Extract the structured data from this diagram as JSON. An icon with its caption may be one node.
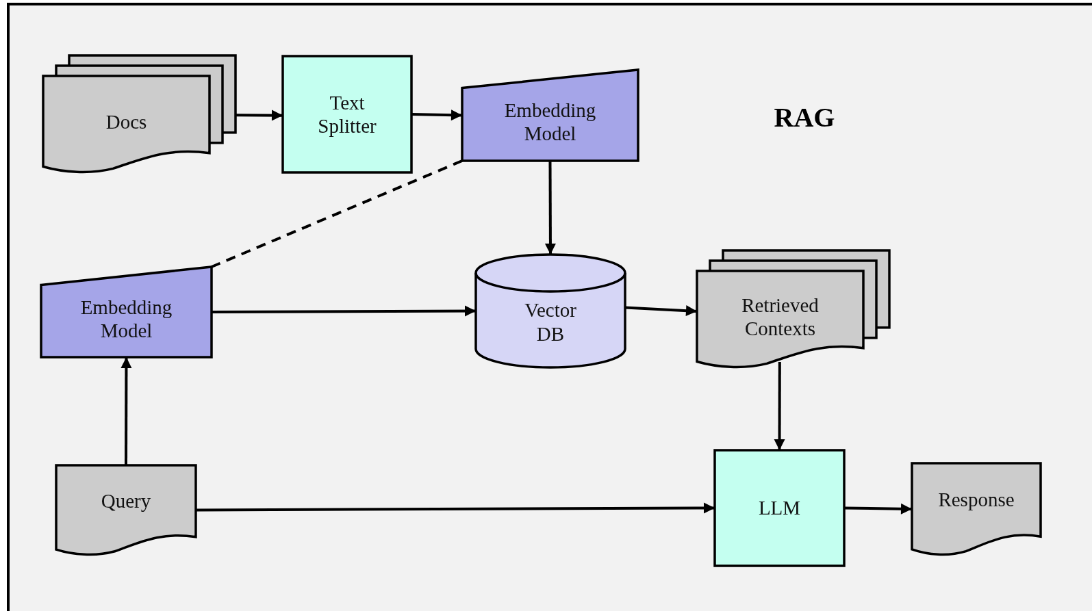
{
  "diagram": {
    "title": "RAG",
    "nodes": [
      {
        "text": [
          "Docs"
        ]
      },
      {
        "text": [
          "Text Splitter"
        ]
      },
      {
        "text": [
          "Embedding Model"
        ]
      },
      {
        "text": [
          "Embedding Model"
        ]
      },
      {
        "text": [
          "Vector DB"
        ]
      },
      {
        "text": [
          "Retrieved Contexts"
        ]
      },
      {
        "text": [
          "Query"
        ]
      },
      {
        "text": [
          "LLM"
        ]
      },
      {
        "text": [
          "Response"
        ]
      }
    ],
    "edges": [
      {
        "from": 0,
        "to": 1,
        "arrow": "to"
      },
      {
        "from": 1,
        "to": 2,
        "arrow": "to"
      },
      {
        "from": 2,
        "to": 4,
        "arrow": "to"
      },
      {
        "from": 2,
        "to": 3,
        "arrow": "none",
        "style": "dashed"
      },
      {
        "from": 3,
        "to": 4,
        "arrow": "to"
      },
      {
        "from": 4,
        "to": 5,
        "arrow": "to"
      },
      {
        "from": 5,
        "to": 7,
        "arrow": "to"
      },
      {
        "from": 6,
        "to": 3,
        "arrow": "to"
      },
      {
        "from": 6,
        "to": 7,
        "arrow": "to"
      },
      {
        "from": 7,
        "to": 8,
        "arrow": "to"
      }
    ]
  }
}
